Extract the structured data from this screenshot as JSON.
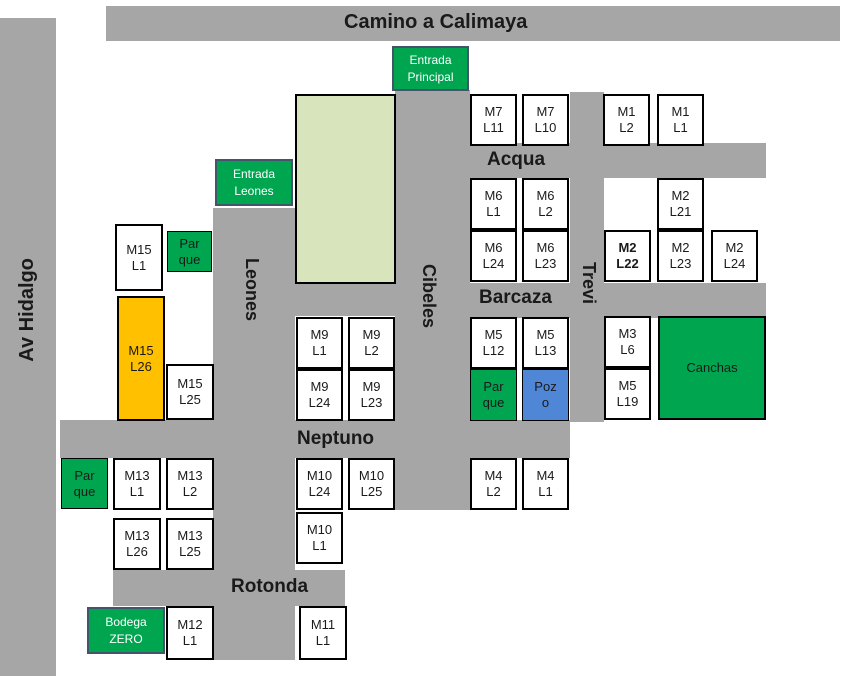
{
  "streets": {
    "top": "Camino a Calimaya",
    "left": "Av Hidalgo",
    "acqua": "Acqua",
    "leones": "Leones",
    "cibeles": "Cibeles",
    "trevi": "Trevi",
    "barcaza": "Barcaza",
    "neptuno": "Neptuno",
    "rotonda": "Rotonda"
  },
  "entrances": {
    "principal": [
      "Entrada",
      "Principal"
    ],
    "leones": [
      "Entrada",
      "Leones"
    ],
    "bodega": [
      "Bodega",
      "ZERO"
    ]
  },
  "lots": {
    "m7l11": [
      "M7",
      "L11"
    ],
    "m7l10": [
      "M7",
      "L10"
    ],
    "m1l2": [
      "M1",
      "L2"
    ],
    "m1l1": [
      "M1",
      "L1"
    ],
    "m6l1": [
      "M6",
      "L1"
    ],
    "m6l2": [
      "M6",
      "L2"
    ],
    "m6l24": [
      "M6",
      "L24"
    ],
    "m6l23": [
      "M6",
      "L23"
    ],
    "m2l21": [
      "M2",
      "L21"
    ],
    "m2l22": [
      "M2",
      "L22"
    ],
    "m2l23": [
      "M2",
      "L23"
    ],
    "m2l24": [
      "M2",
      "L24"
    ],
    "m15l1": [
      "M15",
      "L1"
    ],
    "m15l26": [
      "M15",
      "L26"
    ],
    "m15l25": [
      "M15",
      "L25"
    ],
    "m9l1": [
      "M9",
      "L1"
    ],
    "m9l2": [
      "M9",
      "L2"
    ],
    "m9l24": [
      "M9",
      "L24"
    ],
    "m9l23": [
      "M9",
      "L23"
    ],
    "m5l12": [
      "M5",
      "L12"
    ],
    "m5l13": [
      "M5",
      "L13"
    ],
    "m3l6": [
      "M3",
      "L6"
    ],
    "m5l19": [
      "M5",
      "L19"
    ],
    "m13l1": [
      "M13",
      "L1"
    ],
    "m13l2": [
      "M13",
      "L2"
    ],
    "m13l26": [
      "M13",
      "L26"
    ],
    "m13l25": [
      "M13",
      "L25"
    ],
    "m10l24": [
      "M10",
      "L24"
    ],
    "m10l25": [
      "M10",
      "L25"
    ],
    "m10l1": [
      "M10",
      "L1"
    ],
    "m4l2": [
      "M4",
      "L2"
    ],
    "m4l1": [
      "M4",
      "L1"
    ],
    "m12l1": [
      "M12",
      "L1"
    ],
    "m11l1": [
      "M11",
      "L1"
    ]
  },
  "areas": {
    "parque1": [
      "Par",
      "que"
    ],
    "parque2": [
      "Par",
      "que"
    ],
    "parque3": [
      "Par",
      "que"
    ],
    "pozo": [
      "Poz",
      "o"
    ],
    "canchas": "Canchas"
  },
  "colors": {
    "road": "#a6a6a6",
    "green": "#00a550",
    "selected_lot": "#ffc000",
    "pozo": "#4f86d6",
    "plaza": "#d8e4bc"
  }
}
